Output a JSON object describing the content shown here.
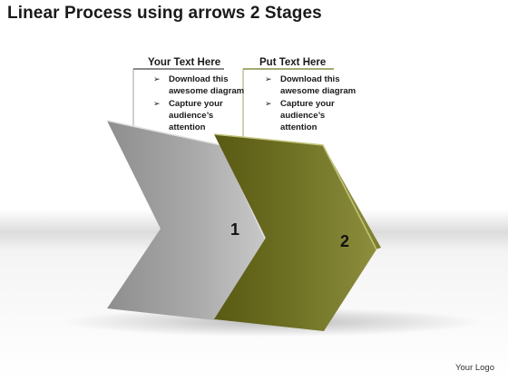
{
  "title": "Linear Process using arrows 2 Stages",
  "stages": [
    {
      "number": "1",
      "heading": "Your Text Here",
      "bullets": [
        "Download this\nawesome diagram",
        "Capture your\naudience’s\nattention"
      ]
    },
    {
      "number": "2",
      "heading": "Put Text Here",
      "bullets": [
        "Download this\nawesome diagram",
        "Capture your\naudience’s\nattention"
      ]
    }
  ],
  "bullet_symbol": "➢",
  "footer": "Your Logo",
  "colors": {
    "arrow_1": "#a3a3a3",
    "arrow_2": "#6f7124",
    "callout_1_line": "#444444",
    "callout_2_line": "#6b7a1e"
  }
}
